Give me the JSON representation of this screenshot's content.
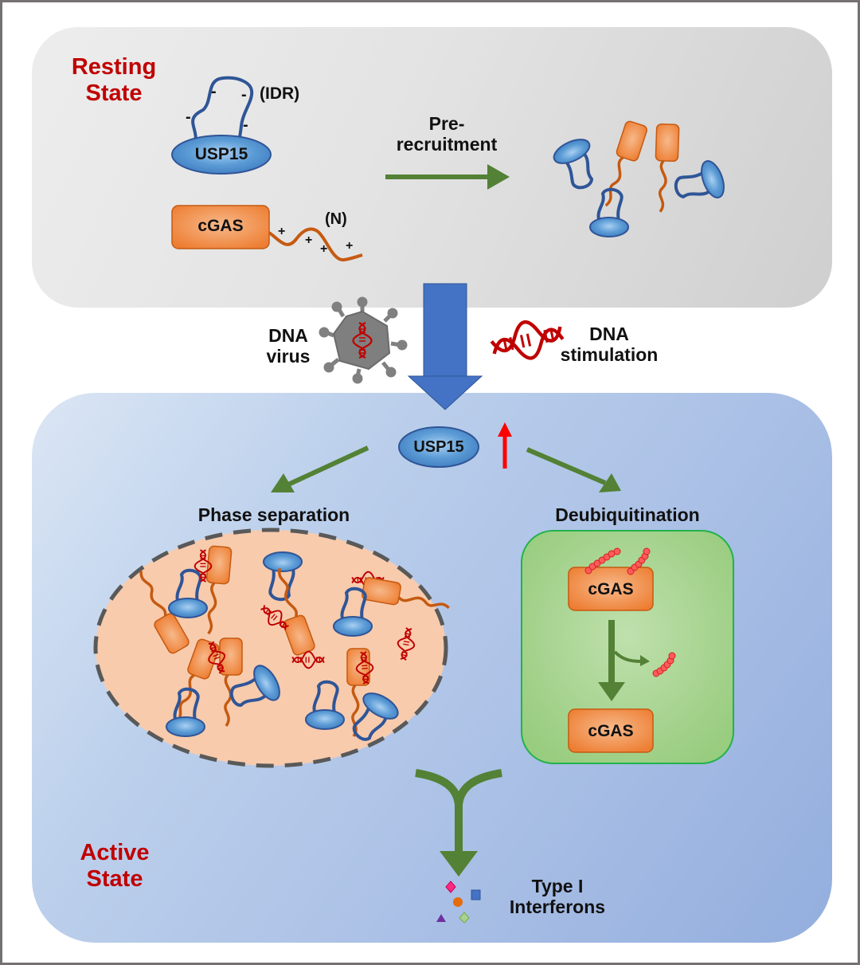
{
  "figure": {
    "resting_state": {
      "title_line1": "Resting",
      "title_line2": "State",
      "usp15_label": "USP15",
      "usp15_domain_label": "(IDR)",
      "usp15_charges": [
        "-",
        "-",
        "-",
        "-"
      ],
      "cgas_label": "cGAS",
      "cgas_domain_label": "(N)",
      "cgas_charges": [
        "+",
        "+",
        "+",
        "+"
      ],
      "process_label_line1": "Pre-",
      "process_label_line2": "recruitment"
    },
    "stimuli": {
      "left_line1": "DNA",
      "left_line2": "virus",
      "right_line1": "DNA",
      "right_line2": "stimulation"
    },
    "active_state": {
      "title_line1": "Active",
      "title_line2": "State",
      "usp15_label": "USP15",
      "left_branch_title": "Phase separation",
      "right_branch_title": "Deubiquitination",
      "cgas_top_label": "cGAS",
      "cgas_bottom_label": "cGAS",
      "output_line1": "Type I",
      "output_line2": "Interferons"
    },
    "colors": {
      "state_title": "#c00000",
      "arrow_green": "#538135",
      "arrow_blue": "#4472c4",
      "upregulation_arrow": "#ff0000",
      "usp15_fill": "#5b9bd5",
      "cgas_fill": "#ed7d31",
      "condensate_fill": "#f8cbad",
      "deubiq_box_fill": "#a9d18e",
      "dna": "#c00000"
    }
  }
}
